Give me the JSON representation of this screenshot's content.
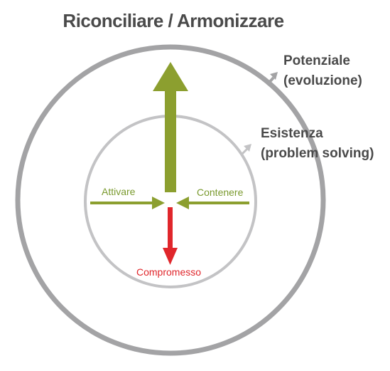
{
  "title": "Riconciliare / Armonizzare",
  "outer_circle": {
    "label_line1": "Potenziale",
    "label_line2": "(evoluzione)"
  },
  "inner_circle": {
    "label_line1": "Esistenza",
    "label_line2": "(problem solving)"
  },
  "arrows": {
    "left": "Attivare",
    "right": "Contenere",
    "down": "Compromesso"
  },
  "colors": {
    "outer_ring": "#a3a3a5",
    "inner_ring": "#c3c3c5",
    "up_arrow": "#8c9f2f",
    "side_arrows": "#8c9f2f",
    "down_arrow": "#e0262b",
    "text_gray": "#4a4a4a",
    "text_green": "#7a9a2e",
    "text_red": "#e0262b"
  }
}
